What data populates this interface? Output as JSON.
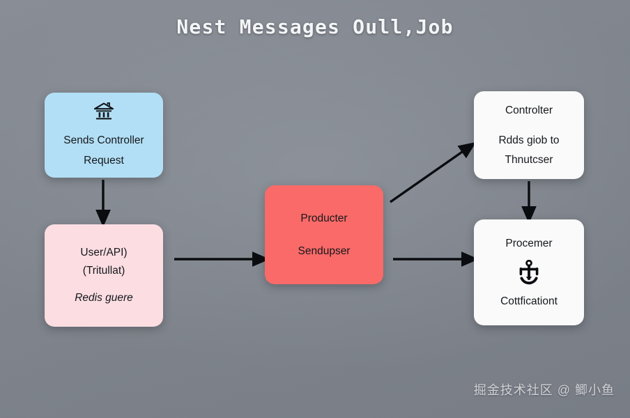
{
  "title": "Nest Messages Oull,Job",
  "background_color": "#80858e",
  "nodes": {
    "controller_request": {
      "icon": "bank-icon",
      "line1": "Sends Controller",
      "line2": "Request",
      "color": "#b2dff5"
    },
    "user_api": {
      "line1": "User/API)",
      "line2": "(Tritullat)",
      "line3": "Redis guere",
      "color": "#fbdde2"
    },
    "producer": {
      "line1": "Producter",
      "line2": "Sendupser",
      "color": "#f96a68"
    },
    "controller_adds": {
      "line1": "Controlter",
      "line2": "Rdds giob to",
      "line3": "Thnutcser",
      "color": "#fafafa"
    },
    "processor": {
      "line1": "Procemer",
      "icon": "anchor-icon",
      "line2": "Cottficationt",
      "color": "#fafafa"
    }
  },
  "arrows": [
    {
      "name": "controller-request-to-user-api",
      "direction": "down"
    },
    {
      "name": "user-api-to-producer",
      "direction": "right"
    },
    {
      "name": "producer-to-controller-adds",
      "direction": "up-right"
    },
    {
      "name": "producer-to-processor",
      "direction": "right"
    },
    {
      "name": "controller-adds-to-processor",
      "direction": "down"
    }
  ],
  "watermark": "掘金技术社区 @ 鲫小鱼"
}
